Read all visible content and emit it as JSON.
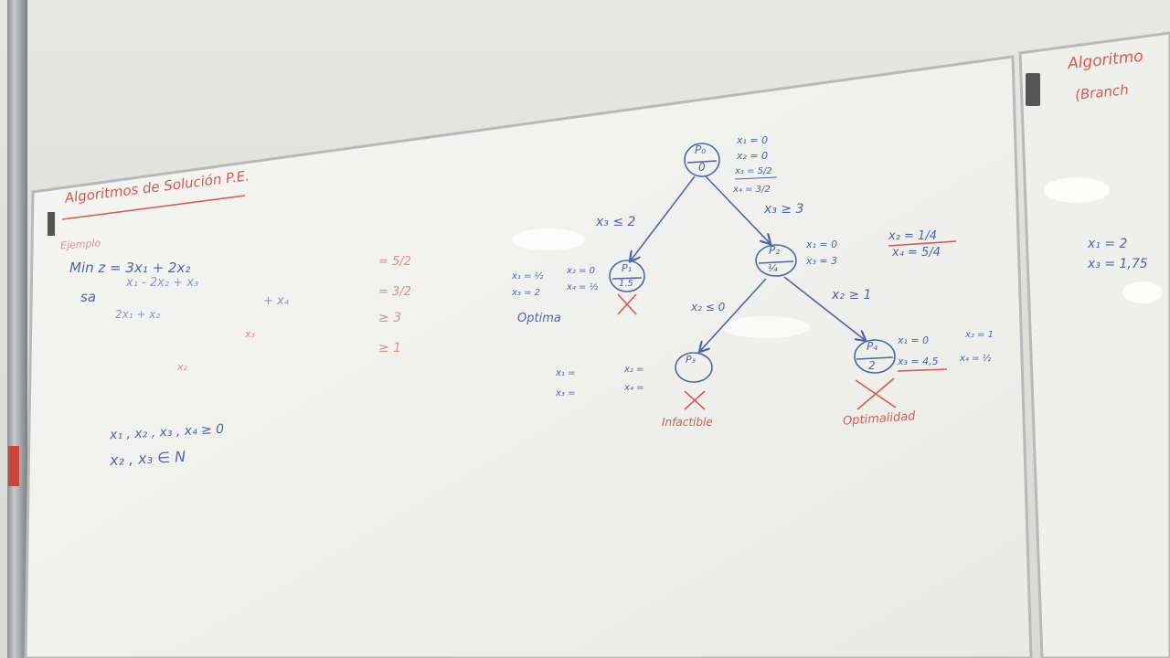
{
  "board": {
    "title": "Algoritmos de Solución P.E.",
    "subtitle": "Ejemplo",
    "objective": "Min z = 3x₁ + 2x₂",
    "st_label": "sa",
    "constraints": [
      {
        "lhs": "x₁ - 2x₂ + x₃",
        "rhs": "= 5/2"
      },
      {
        "lhs": "+ x₄",
        "rhs": "= 3/2"
      },
      {
        "lhs": "2x₁ + x₂",
        "rhs": ""
      },
      {
        "lhs": "x₃",
        "rhs": "≥ 3"
      },
      {
        "lhs": "x₂",
        "rhs": "≥ 1"
      }
    ],
    "nonneg": "x₁ , x₂ , x₃ , x₄ ≥ 0",
    "integer": "x₂ , x₃  ∈ N"
  },
  "tree": {
    "root": {
      "name": "P₀",
      "value": "0",
      "vars": [
        "x₁ = 0",
        "x₂ = 0",
        "x₃ = 5/2",
        "x₄ = 3/2"
      ]
    },
    "branch_left": "x₃ ≤ 2",
    "branch_right": "x₃ ≥ 3",
    "p1": {
      "name": "P₁",
      "value": "1.5",
      "vars_a": [
        "x₁ = ½",
        "x₃ = 2"
      ],
      "vars_b": [
        "x₂ = 0",
        "x₄ = ½"
      ],
      "label": "Optima"
    },
    "p2": {
      "name": "P₂",
      "value": "¼",
      "vars": [
        "x₁ = 0",
        "x₃ = 3"
      ],
      "side": [
        "x₂ = 1/4",
        "x₄ = 5/4"
      ]
    },
    "branch_p3": "x₂ ≤ 0",
    "branch_p4": "x₂ ≥ 1",
    "p3": {
      "name": "P₃",
      "vars_a": [
        "x₁ =",
        "x₃ ="
      ],
      "vars_b": [
        "x₂ =",
        "x₄ ="
      ],
      "label": "Infactible"
    },
    "p4": {
      "name": "P₄",
      "value": "2",
      "vars": [
        "x₁ = 0",
        "x₃ = 4,5"
      ],
      "side": [
        "x₂ = 1",
        "x₄ = ½"
      ],
      "label": "Optimalidad"
    }
  },
  "right_board": {
    "title": "Algoritmo",
    "subtitle": "(Branch",
    "vars": [
      "x₁ = 2",
      "x₃ = 1,75"
    ]
  },
  "colors": {
    "marker_blue": "#4e66a8",
    "marker_red": "#d45a52",
    "board": "#f3f3f1"
  }
}
